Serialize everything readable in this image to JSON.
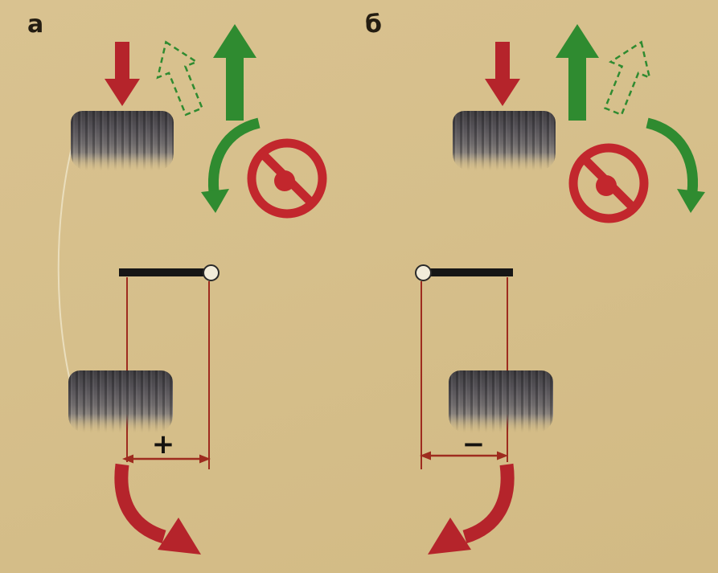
{
  "figure": {
    "type": "technical-diagram",
    "subject": "wheel-caster-trail-comparison",
    "background_color": "#d6bf8b",
    "colors": {
      "arrow_red": "#b5242b",
      "arrow_green": "#2f8b30",
      "prohibition_red": "#c2272d",
      "measure_line_red": "#9e2b1f",
      "bar_black": "#161616",
      "pivot_fill": "#f2ecda",
      "tire_gray": "#58565a",
      "label_color": "#241d12"
    },
    "panels": [
      {
        "label": "а",
        "offset_sign": "+",
        "pivot_side": "right"
      },
      {
        "label": "б",
        "offset_sign": "−",
        "pivot_side": "left"
      }
    ]
  }
}
